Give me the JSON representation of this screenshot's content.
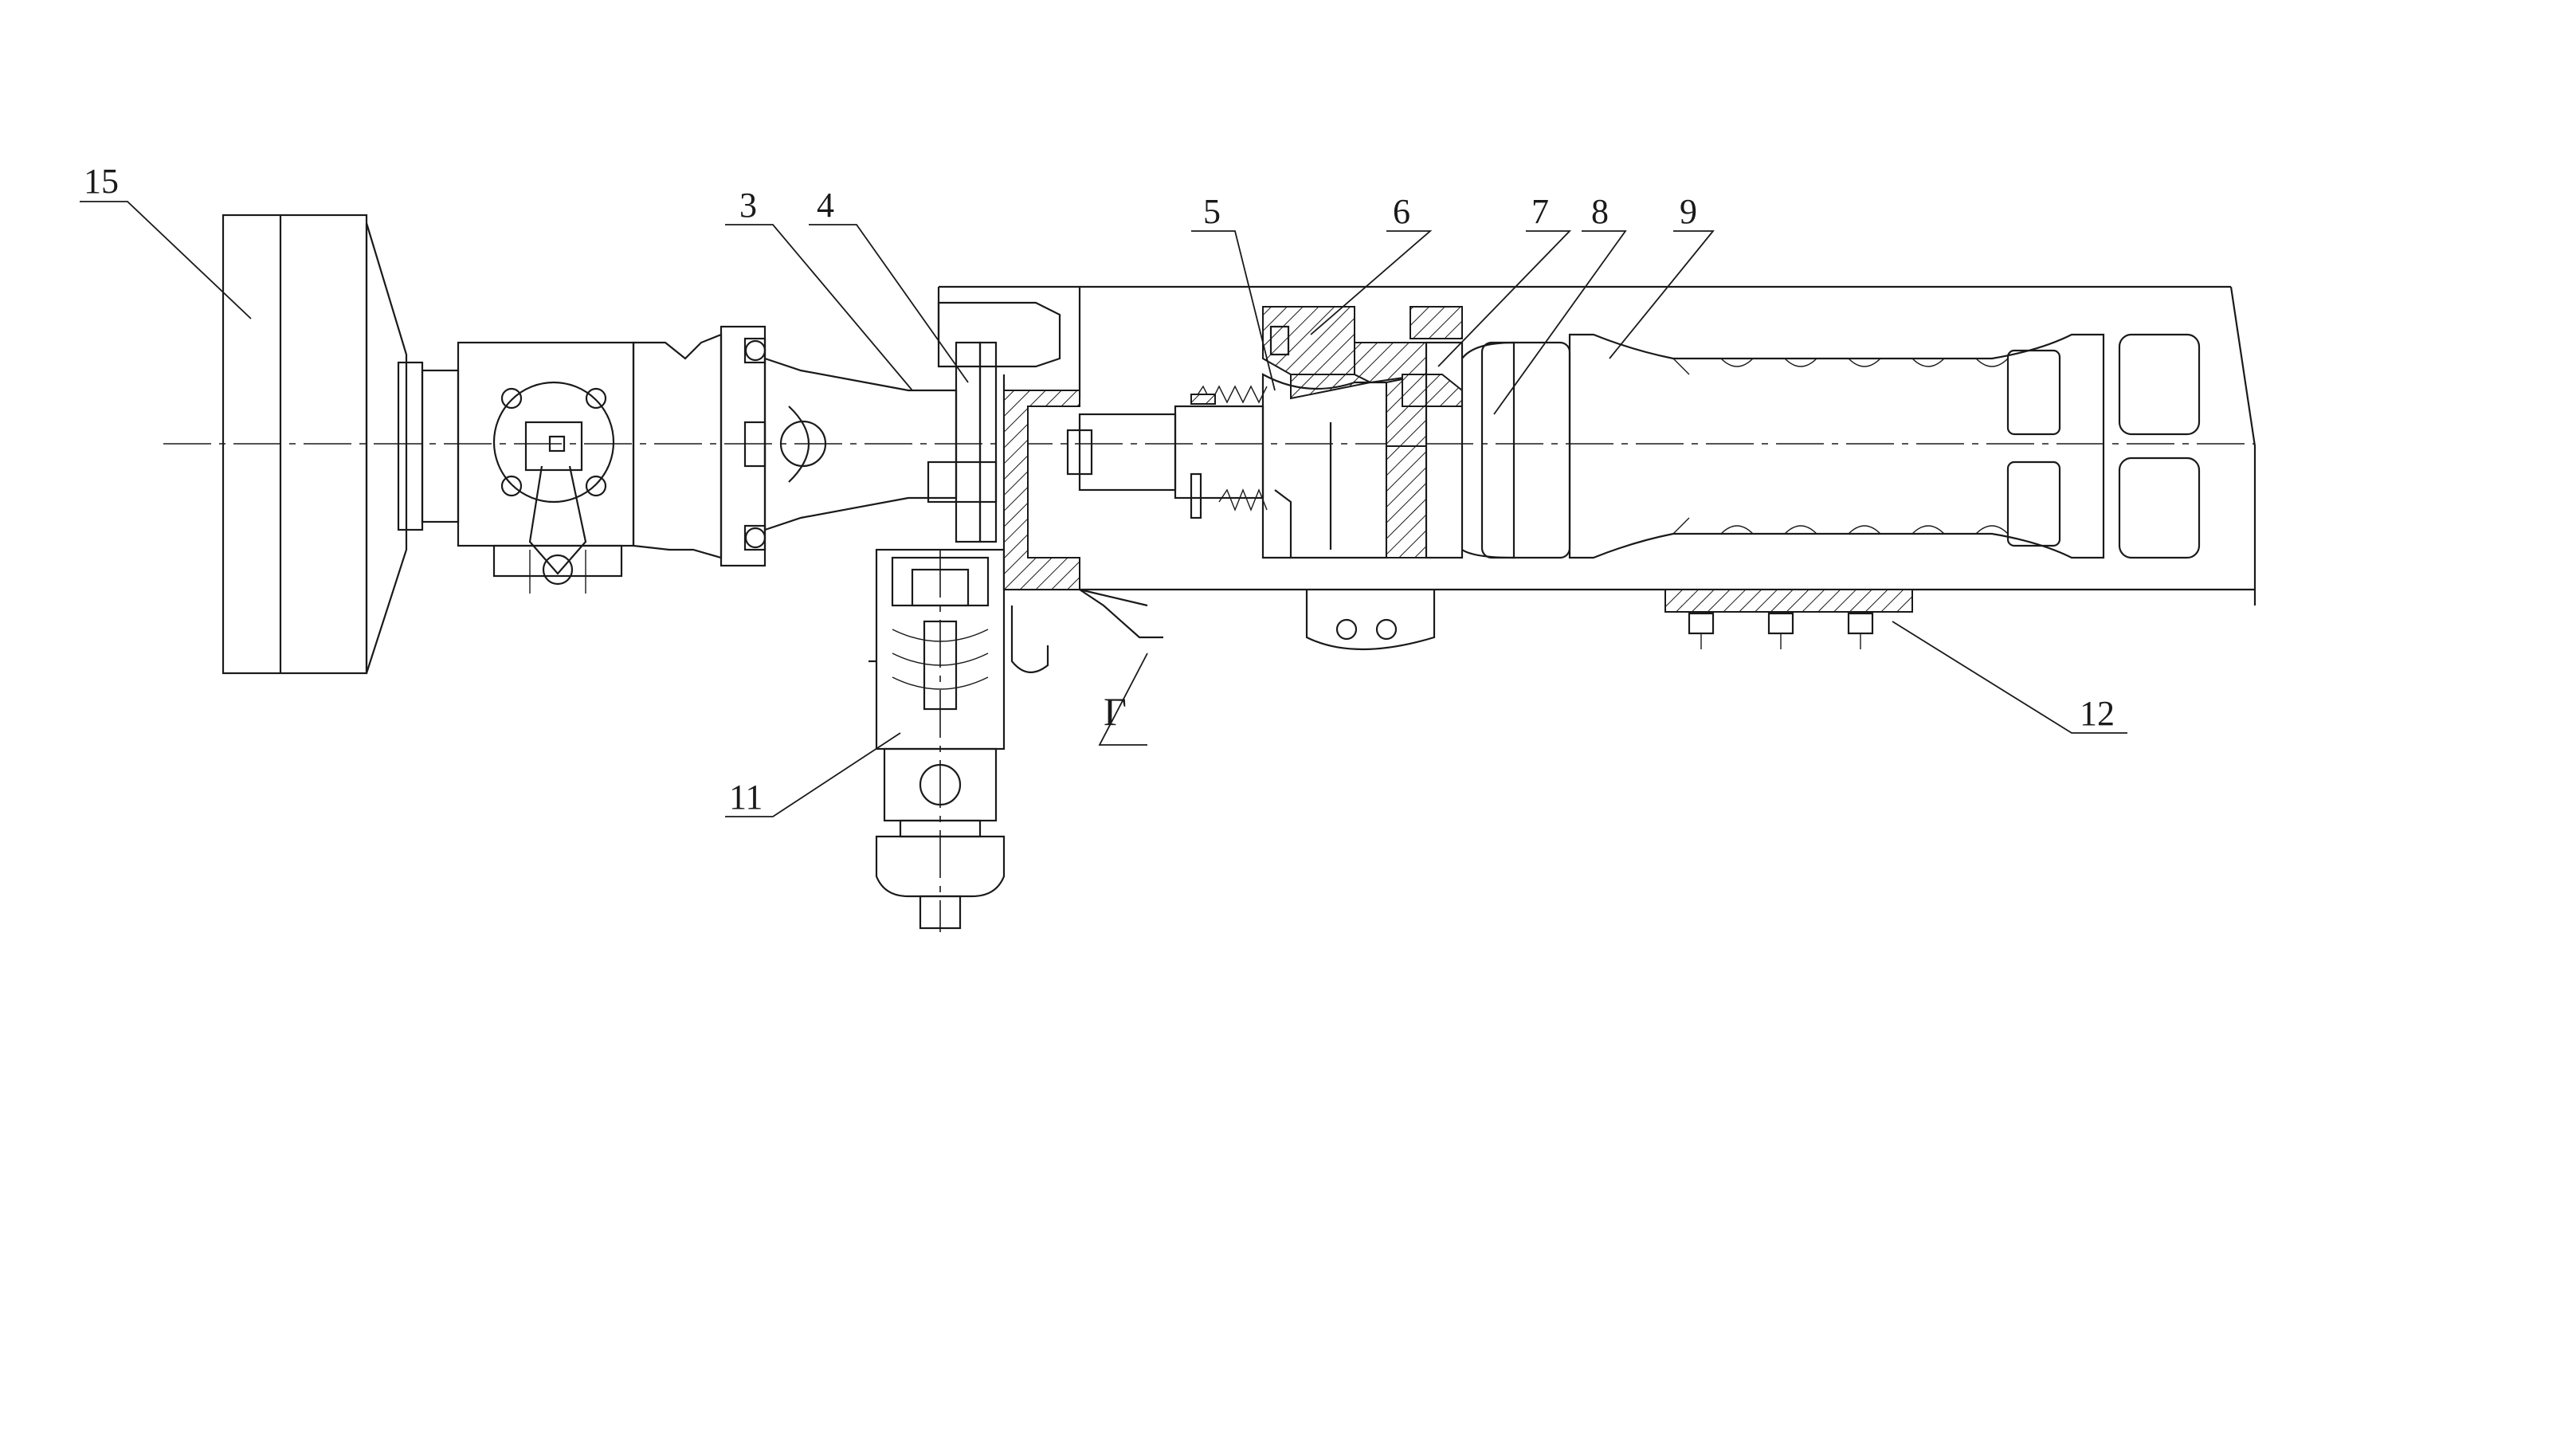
{
  "labels": {
    "l15": "15",
    "l3": "3",
    "l4": "4",
    "l5": "5",
    "l6": "6",
    "l7": "7",
    "l8": "8",
    "l9": "9",
    "l11": "11",
    "l12": "12",
    "lG": "Г"
  }
}
